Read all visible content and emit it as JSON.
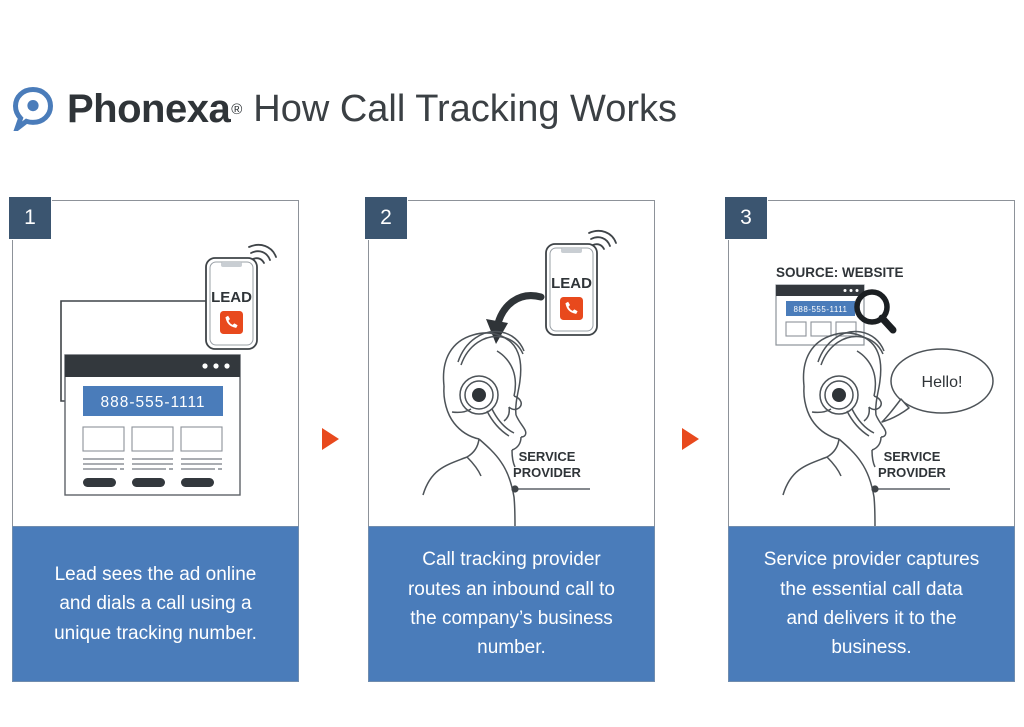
{
  "header": {
    "brand": "Phonexa",
    "registered_mark": "®",
    "title": "How Call Tracking Works",
    "logo_icon": "phonexa-pin-icon"
  },
  "colors": {
    "brand_blue": "#4a7cba",
    "navy": "#3b5570",
    "orange": "#e8491d",
    "dark": "#2f3438",
    "line": "#8d9299"
  },
  "steps": [
    {
      "number": "1",
      "caption_lines": [
        "Lead sees the ad online",
        "and dials a call using a",
        "unique tracking number."
      ],
      "phone_label": "LEAD",
      "tracking_number": "888-555-1111",
      "call_icon": "phone-handset-icon",
      "signal_icon": "signal-waves-icon"
    },
    {
      "number": "2",
      "caption_lines": [
        "Call tracking provider",
        "routes an inbound call to",
        "the company’s business",
        "number."
      ],
      "phone_label": "LEAD",
      "agent_label_lines": [
        "SERVICE",
        "PROVIDER"
      ],
      "call_icon": "phone-handset-icon",
      "signal_icon": "signal-waves-icon",
      "route_icon": "curved-arrow-icon"
    },
    {
      "number": "3",
      "caption_lines": [
        "Service provider captures",
        "the essential call data",
        "and delivers it to the",
        "business."
      ],
      "source_label": "SOURCE:  WEBSITE",
      "tracking_number": "888-555-1111",
      "speech_bubble": "Hello!",
      "agent_label_lines": [
        "SERVICE",
        "PROVIDER"
      ],
      "search_icon": "magnifying-glass-icon"
    }
  ],
  "connectors": [
    {
      "icon": "triangle-right-icon"
    },
    {
      "icon": "triangle-right-icon"
    }
  ]
}
